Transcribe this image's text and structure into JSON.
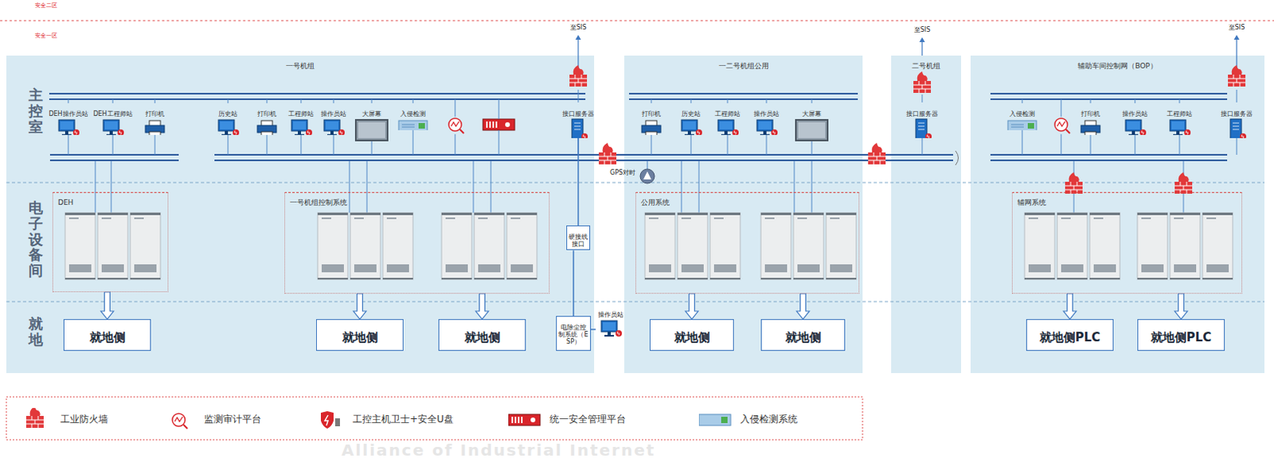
{
  "diagram": {
    "nodes": [
      {
        "text": [
          "一号机组"
        ]
      },
      {
        "text": [
          "DEH操作员站"
        ],
        "in": 0
      },
      {
        "text": [
          "DEH工程师站"
        ],
        "in": 0
      },
      {
        "text": [
          "打印机"
        ],
        "in": 0
      },
      {
        "text": [
          "历史站"
        ],
        "in": 0
      },
      {
        "text": [
          "打印机"
        ],
        "in": 0
      },
      {
        "text": [
          "工程师站"
        ],
        "in": 0
      },
      {
        "text": [
          "操作员站"
        ],
        "in": 0
      },
      {
        "text": [
          "大屏幕"
        ],
        "in": 0
      },
      {
        "text": [
          "入侵检测"
        ],
        "in": 0
      },
      {
        "text": [
          "接口服务器"
        ],
        "in": 0
      },
      {
        "text": [
          "DEH"
        ],
        "in": 0
      },
      {
        "text": [
          "一号机组控制系统"
        ],
        "in": 0
      },
      {
        "text": [
          "硬接线接口"
        ],
        "in": 0
      },
      {
        "text": [
          "就地侧"
        ],
        "in": 0
      },
      {
        "text": [
          "就地侧"
        ],
        "in": 0
      },
      {
        "text": [
          "就地侧"
        ],
        "in": 0
      },
      {
        "text": [
          "电除尘控制系统（ESP）"
        ],
        "in": 0
      },
      {
        "text": [
          "操作员站"
        ]
      },
      {
        "text": [
          "一二号机组公用"
        ]
      },
      {
        "text": [
          "打印机"
        ],
        "in": 19
      },
      {
        "text": [
          "历史站"
        ],
        "in": 19
      },
      {
        "text": [
          "工程师站"
        ],
        "in": 19
      },
      {
        "text": [
          "操作员站"
        ],
        "in": 19
      },
      {
        "text": [
          "大屏幕"
        ],
        "in": 19
      },
      {
        "text": [
          "公用系统"
        ],
        "in": 19
      },
      {
        "text": [
          "就地侧"
        ],
        "in": 19
      },
      {
        "text": [
          "就地侧"
        ],
        "in": 19
      },
      {
        "text": [
          "二号机组"
        ]
      },
      {
        "text": [
          "接口服务器"
        ],
        "in": 28
      },
      {
        "text": [
          "辅助车间控制网（BOP）"
        ]
      },
      {
        "text": [
          "入侵检测"
        ],
        "in": 30
      },
      {
        "text": [
          "打印机"
        ],
        "in": 30
      },
      {
        "text": [
          "操作员站"
        ],
        "in": 30
      },
      {
        "text": [
          "工程师站"
        ],
        "in": 30
      },
      {
        "text": [
          "接口服务器"
        ],
        "in": 30
      },
      {
        "text": [
          "辅网系统"
        ],
        "in": 30
      },
      {
        "text": [
          "就地侧PLC"
        ],
        "in": 30
      },
      {
        "text": [
          "就地侧PLC"
        ],
        "in": 30
      }
    ],
    "edges": [
      {
        "from": 11,
        "to": 14,
        "arrow": "to"
      },
      {
        "from": 12,
        "to": 15,
        "arrow": "to"
      },
      {
        "from": 12,
        "to": 16,
        "arrow": "to"
      },
      {
        "from": 10,
        "to": 13,
        "arrow": "none"
      },
      {
        "from": 13,
        "to": 17,
        "arrow": "none"
      },
      {
        "from": 17,
        "to": 18,
        "arrow": "none"
      },
      {
        "from": 25,
        "to": 26,
        "arrow": "to"
      },
      {
        "from": 25,
        "to": 27,
        "arrow": "to"
      },
      {
        "from": 36,
        "to": 37,
        "arrow": "to"
      },
      {
        "from": 36,
        "to": 38,
        "arrow": "to"
      }
    ],
    "labels": [
      "安全二区",
      "安全一区",
      "至SIS",
      "主控室",
      "电子设备间",
      "就地",
      "GPS对时",
      "至SIS",
      "至SIS",
      "Alliance of Industrial Internet"
    ],
    "legend": [
      {
        "text": "工业防火墙"
      },
      {
        "text": "监测审计平台"
      },
      {
        "text": "工控主机卫士+安全U盘"
      },
      {
        "text": "统一安全管理平台"
      },
      {
        "text": "入侵检测系统"
      }
    ]
  }
}
